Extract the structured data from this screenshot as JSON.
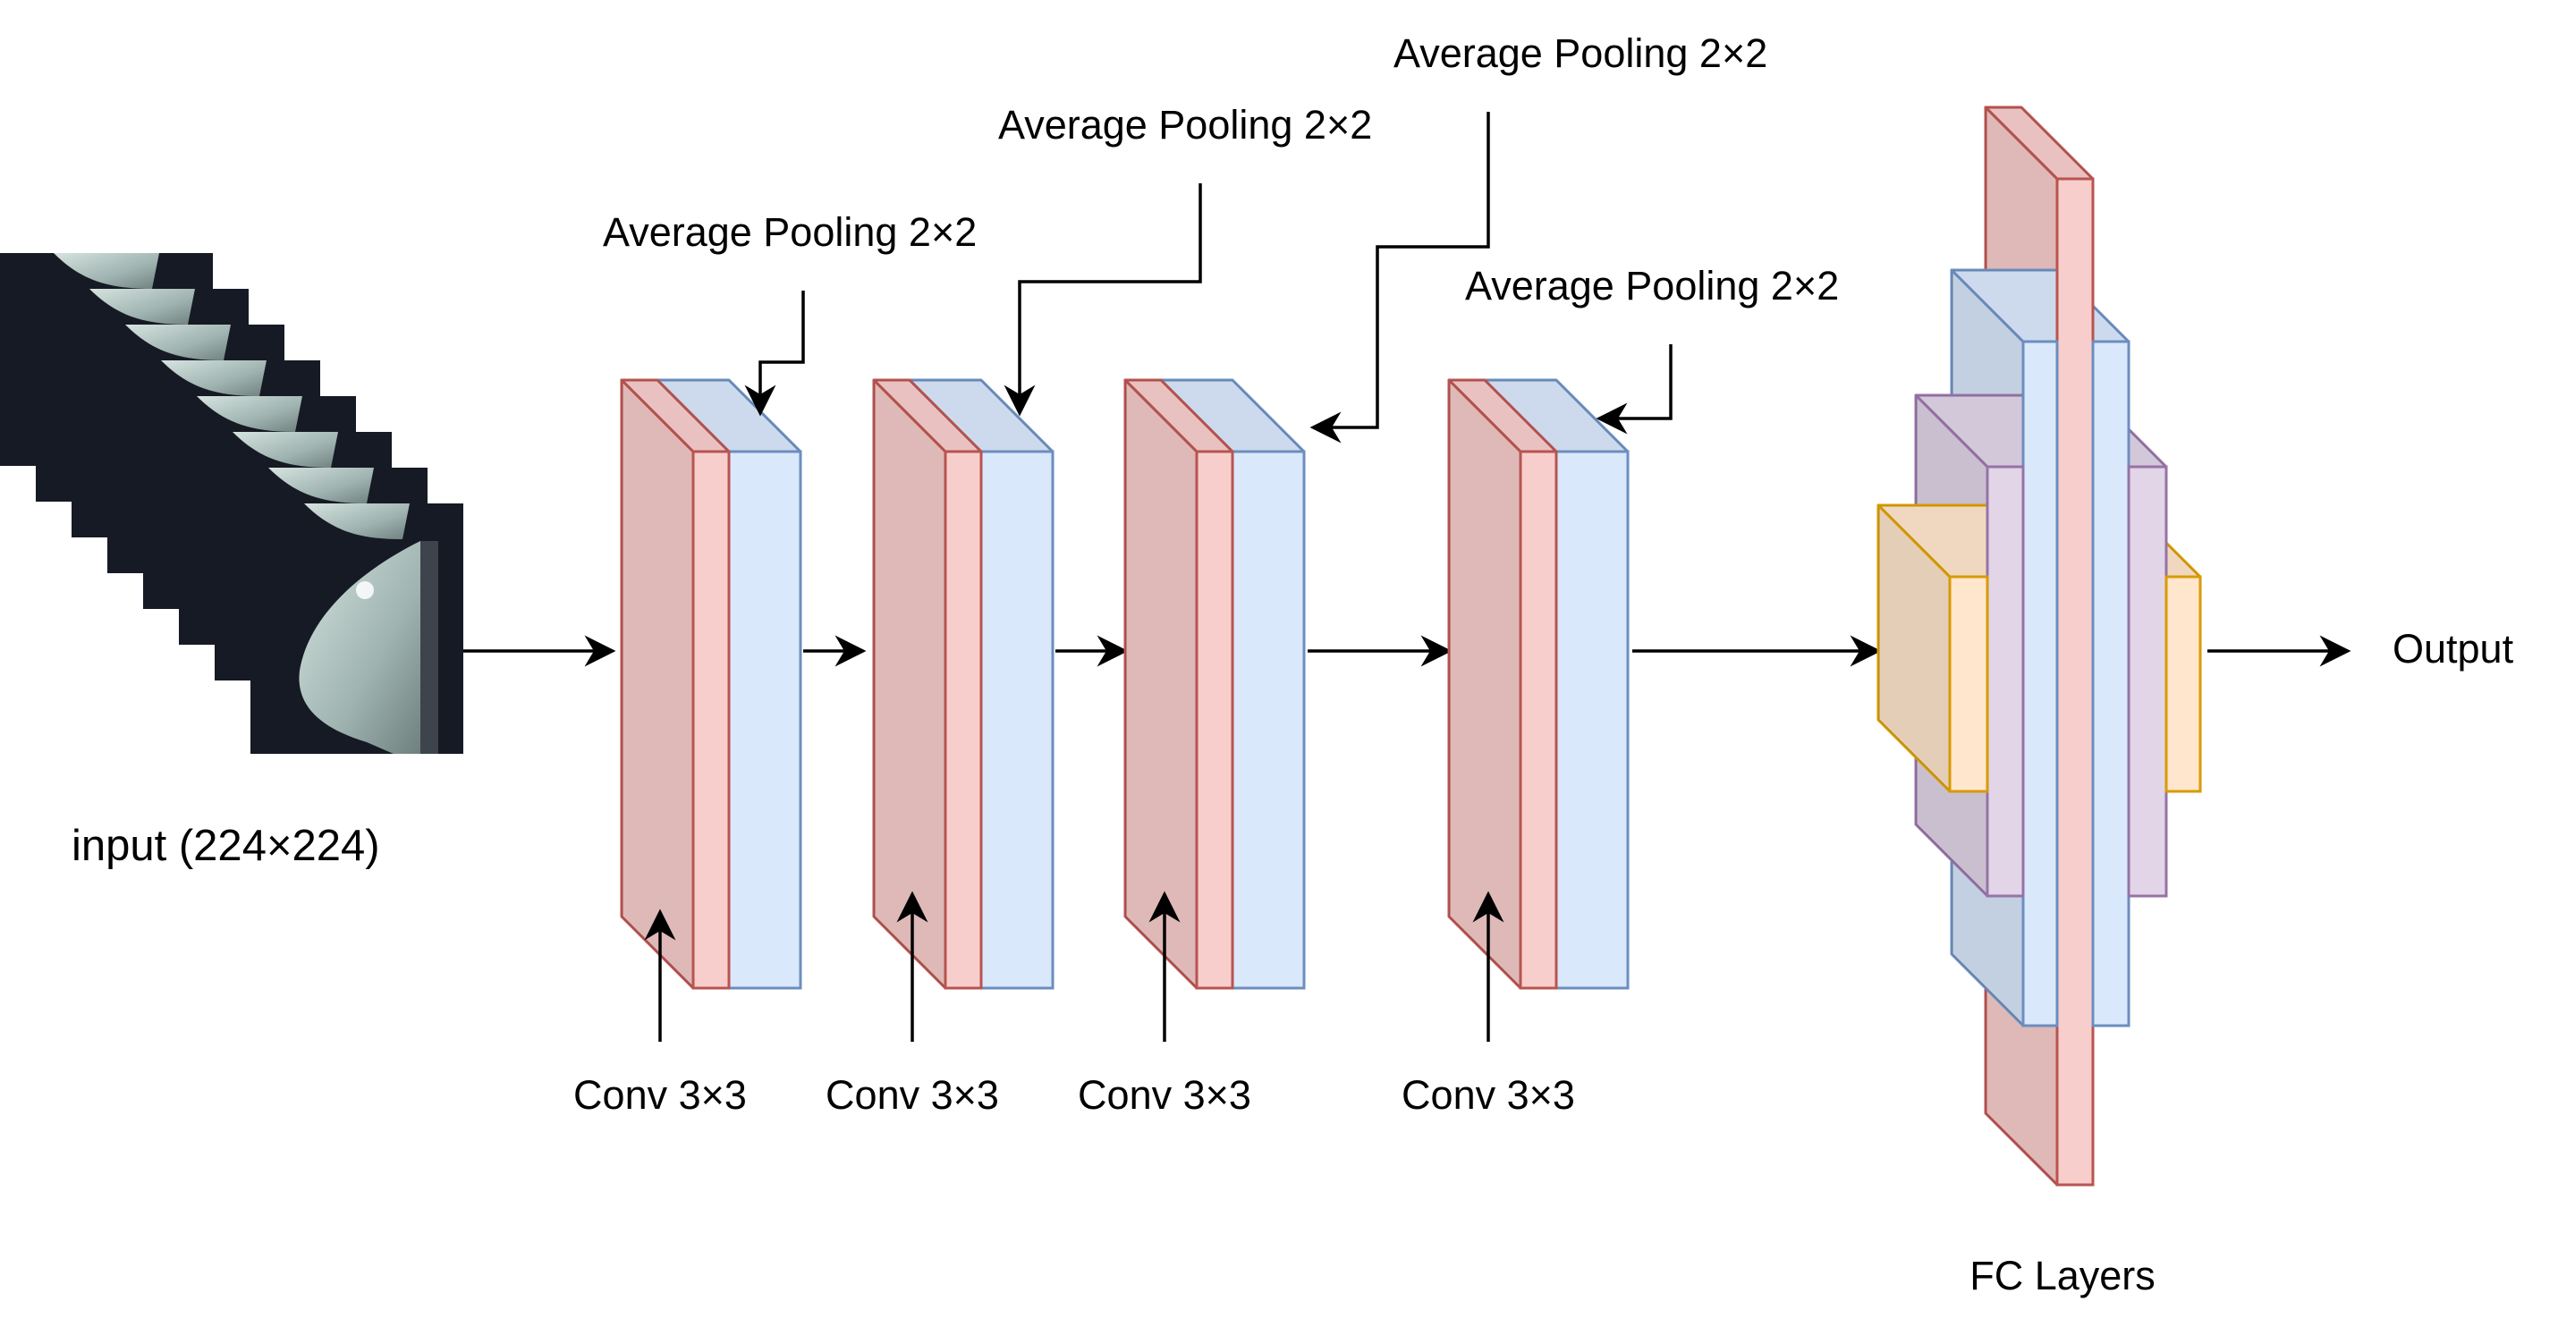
{
  "labels": {
    "input": "input (224×224)",
    "pool_1": "Average Pooling 2×2",
    "pool_2": "Average Pooling 2×2",
    "pool_3": "Average Pooling 2×2",
    "pool_4": "Average Pooling 2×2",
    "conv_1": "Conv 3×3",
    "conv_2": "Conv 3×3",
    "conv_3": "Conv 3×3",
    "conv_4": "Conv 3×3",
    "fc": "FC Layers",
    "output": "Output"
  },
  "colors": {
    "conv_fill": "#f8cecc",
    "conv_stroke": "#b85450",
    "pool_fill": "#dae8fc",
    "pool_stroke": "#6c8ebf",
    "fc_purple_fill": "#e1d5e7",
    "fc_purple_stroke": "#9673a6",
    "fc_orange_fill": "#ffe6cc",
    "fc_orange_stroke": "#d79b00",
    "image_background": "#161a24",
    "tissue": "#b8c8c4"
  }
}
